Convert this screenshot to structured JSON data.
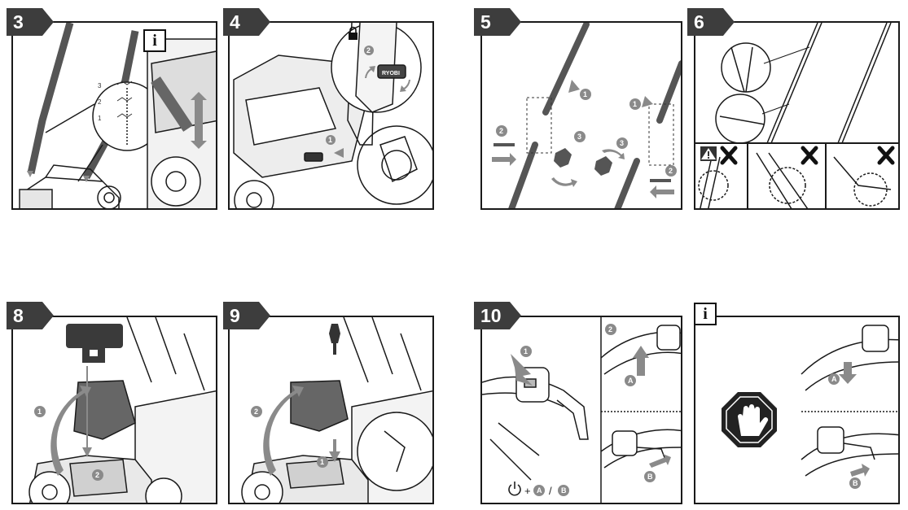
{
  "steps": {
    "s3": "3",
    "s4": "4",
    "s5": "5",
    "s6": "6",
    "s8": "8",
    "s9": "9",
    "s10": "10"
  },
  "info_label": "i",
  "height_levels": [
    "3",
    "2",
    "1"
  ],
  "callouts": {
    "one": "1",
    "two": "2",
    "three": "3"
  },
  "switch_labels": {
    "a": "A",
    "b": "B"
  },
  "formula": {
    "plus": "+",
    "slash": "/"
  },
  "brand_badge": "RYOBI",
  "icons": [
    "lock-icon",
    "warning-icon",
    "cross-icon",
    "power-icon",
    "stop-hand-icon",
    "info-icon"
  ],
  "colors": {
    "ink": "#1a1a1a",
    "badge": "#3d3d3d",
    "grey": "#8a8a8a",
    "light": "#d9d9d9"
  }
}
